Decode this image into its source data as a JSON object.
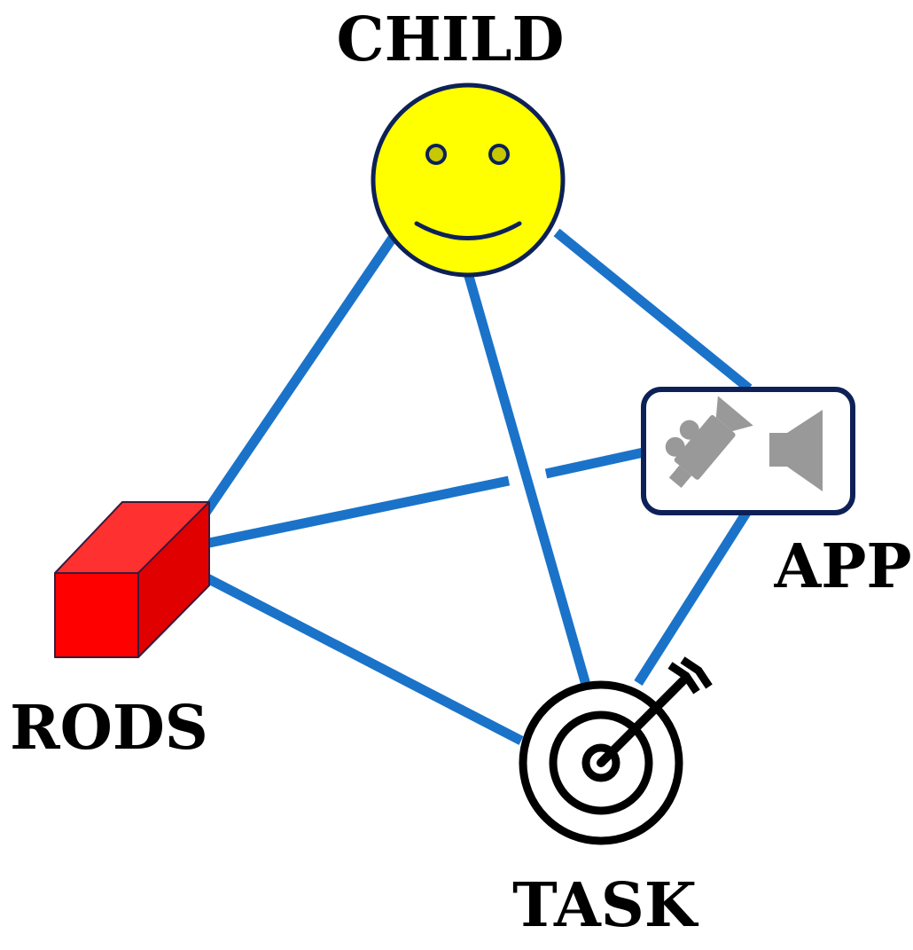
{
  "nodes": {
    "child": {
      "label": "CHILD",
      "icon": "smiley-face-icon",
      "fill": "#ffff00",
      "stroke": "#0d2157"
    },
    "app": {
      "label": "APP",
      "icon": "app-box-icon",
      "inner_icons": [
        "video-camera-icon",
        "speaker-icon"
      ],
      "icon_color": "#999999",
      "stroke": "#0d2157"
    },
    "rods": {
      "label": "RODS",
      "icon": "red-rod-block-icon",
      "fill": "#ff0000"
    },
    "task": {
      "label": "TASK",
      "icon": "target-arrow-icon",
      "stroke": "#000000"
    }
  },
  "edges": [
    {
      "from": "child",
      "to": "rods"
    },
    {
      "from": "child",
      "to": "task"
    },
    {
      "from": "child",
      "to": "app"
    },
    {
      "from": "rods",
      "to": "app"
    },
    {
      "from": "rods",
      "to": "task"
    },
    {
      "from": "app",
      "to": "task"
    }
  ],
  "colors": {
    "edge": "#1a73c9",
    "background": "#ffffff"
  }
}
